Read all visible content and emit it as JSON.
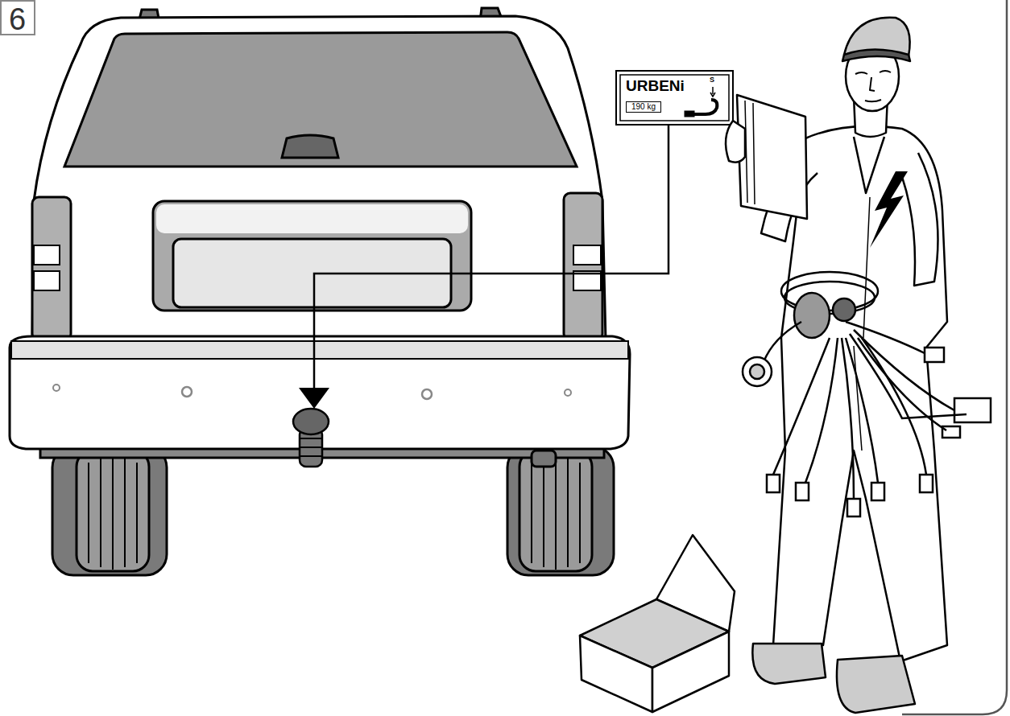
{
  "diagram": {
    "nodes": [
      {
        "text": [
          "6"
        ]
      },
      {
        "text": [
          "URBENi",
          "S",
          "190 kg"
        ]
      }
    ]
  }
}
